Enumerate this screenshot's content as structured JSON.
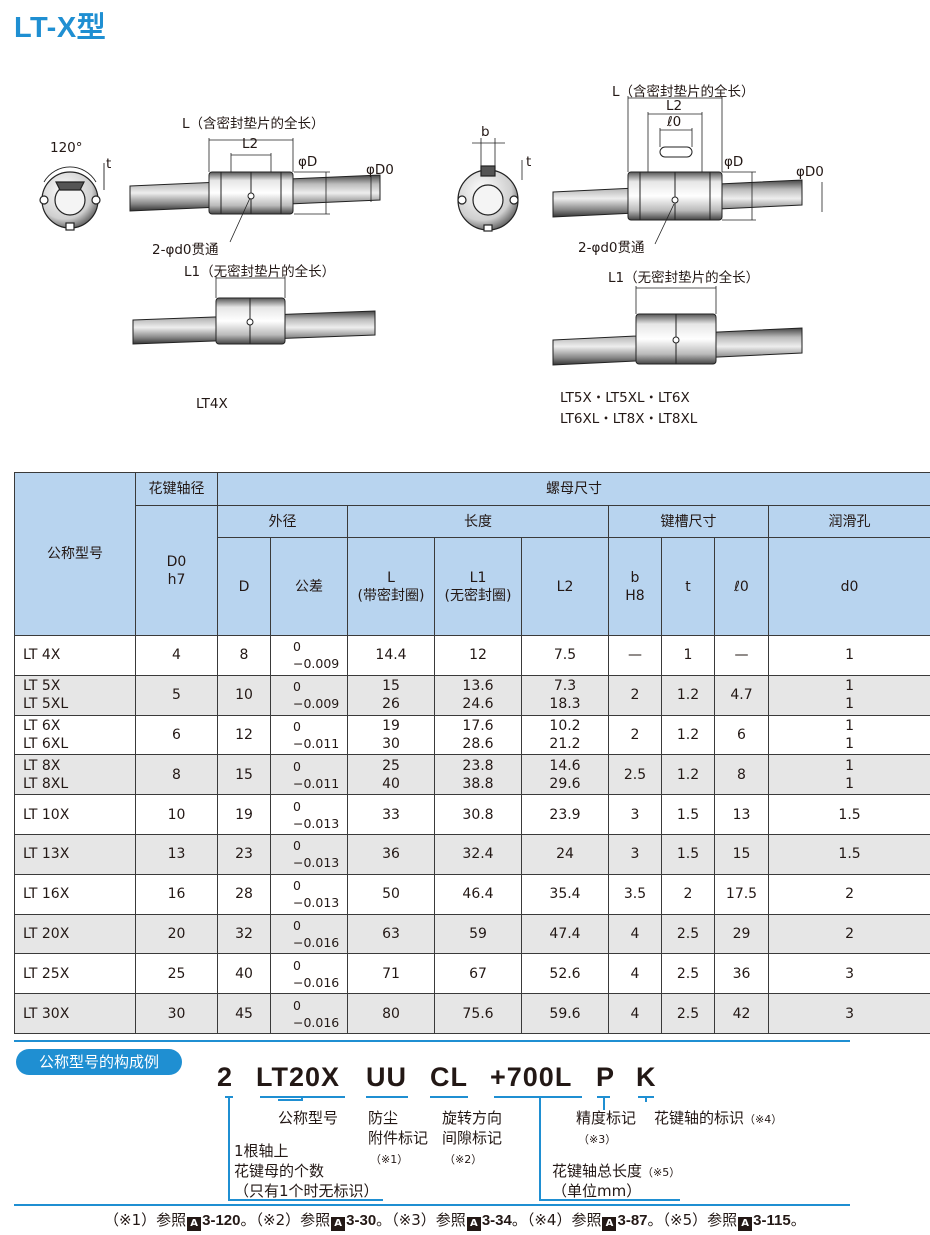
{
  "title": "LT-X型",
  "drawing_labels": {
    "left_L": "L（含密封垫片的全长）",
    "left_L2": "L2",
    "left_D": "φD",
    "left_D0": "φD0",
    "left_angle": "120°",
    "left_t": "t",
    "left_hole": "2-φd0贯通",
    "left_L1": "L1（无密封垫片的全长）",
    "left_model": "LT4X",
    "right_L": "L（含密封垫片的全长）",
    "right_L2": "L2",
    "right_l0": "ℓ0",
    "right_b": "b",
    "right_t": "t",
    "right_D": "φD",
    "right_D0": "φD0",
    "right_hole": "2-φd0贯通",
    "right_L1": "L1（无密封垫片的全长）",
    "right_model_1": "LT5X・LT5XL・LT6X",
    "right_model_2": "LT6XL・LT8X・LT8XL"
  },
  "table": {
    "h_model": "公称型号",
    "h_shaft": "花键轴径",
    "h_nut": "螺母尺寸",
    "h_outer": "外径",
    "h_length": "长度",
    "h_keyway": "键槽尺寸",
    "h_lube": "润滑孔",
    "h_D0": "D0",
    "h_h7": "h7",
    "h_D": "D",
    "h_tol": "公差",
    "h_L": "L",
    "h_L_sub": "(带密封圈)",
    "h_L1": "L1",
    "h_L1_sub": "(无密封圈)",
    "h_L2": "L2",
    "h_b": "b",
    "h_H8": "H8",
    "h_t": "t",
    "h_l0": "ℓ0",
    "h_d0": "d0",
    "rows": [
      {
        "model": [
          "LT 4X"
        ],
        "D0": "4",
        "D": "8",
        "tol": [
          "0",
          "−0.009"
        ],
        "L": [
          "14.4"
        ],
        "L1": [
          "12"
        ],
        "L2": [
          "7.5"
        ],
        "b": "—",
        "t": "1",
        "l0": "—",
        "d0": [
          "1"
        ]
      },
      {
        "model": [
          "LT 5X",
          "LT 5XL"
        ],
        "D0": "5",
        "D": "10",
        "tol": [
          "0",
          "−0.009"
        ],
        "L": [
          "15",
          "26"
        ],
        "L1": [
          "13.6",
          "24.6"
        ],
        "L2": [
          "7.3",
          "18.3"
        ],
        "b": "2",
        "t": "1.2",
        "l0": "4.7",
        "d0": [
          "1",
          "1"
        ]
      },
      {
        "model": [
          "LT 6X",
          "LT 6XL"
        ],
        "D0": "6",
        "D": "12",
        "tol": [
          "0",
          "−0.011"
        ],
        "L": [
          "19",
          "30"
        ],
        "L1": [
          "17.6",
          "28.6"
        ],
        "L2": [
          "10.2",
          "21.2"
        ],
        "b": "2",
        "t": "1.2",
        "l0": "6",
        "d0": [
          "1",
          "1"
        ]
      },
      {
        "model": [
          "LT 8X",
          "LT 8XL"
        ],
        "D0": "8",
        "D": "15",
        "tol": [
          "0",
          "−0.011"
        ],
        "L": [
          "25",
          "40"
        ],
        "L1": [
          "23.8",
          "38.8"
        ],
        "L2": [
          "14.6",
          "29.6"
        ],
        "b": "2.5",
        "t": "1.2",
        "l0": "8",
        "d0": [
          "1",
          "1"
        ]
      },
      {
        "model": [
          "LT 10X"
        ],
        "D0": "10",
        "D": "19",
        "tol": [
          "0",
          "−0.013"
        ],
        "L": [
          "33"
        ],
        "L1": [
          "30.8"
        ],
        "L2": [
          "23.9"
        ],
        "b": "3",
        "t": "1.5",
        "l0": "13",
        "d0": [
          "1.5"
        ]
      },
      {
        "model": [
          "LT 13X"
        ],
        "D0": "13",
        "D": "23",
        "tol": [
          "0",
          "−0.013"
        ],
        "L": [
          "36"
        ],
        "L1": [
          "32.4"
        ],
        "L2": [
          "24"
        ],
        "b": "3",
        "t": "1.5",
        "l0": "15",
        "d0": [
          "1.5"
        ]
      },
      {
        "model": [
          "LT 16X"
        ],
        "D0": "16",
        "D": "28",
        "tol": [
          "0",
          "−0.013"
        ],
        "L": [
          "50"
        ],
        "L1": [
          "46.4"
        ],
        "L2": [
          "35.4"
        ],
        "b": "3.5",
        "t": "2",
        "l0": "17.5",
        "d0": [
          "2"
        ]
      },
      {
        "model": [
          "LT 20X"
        ],
        "D0": "20",
        "D": "32",
        "tol": [
          "0",
          "−0.016"
        ],
        "L": [
          "63"
        ],
        "L1": [
          "59"
        ],
        "L2": [
          "47.4"
        ],
        "b": "4",
        "t": "2.5",
        "l0": "29",
        "d0": [
          "2"
        ]
      },
      {
        "model": [
          "LT 25X"
        ],
        "D0": "25",
        "D": "40",
        "tol": [
          "0",
          "−0.016"
        ],
        "L": [
          "71"
        ],
        "L1": [
          "67"
        ],
        "L2": [
          "52.6"
        ],
        "b": "4",
        "t": "2.5",
        "l0": "36",
        "d0": [
          "3"
        ]
      },
      {
        "model": [
          "LT 30X"
        ],
        "D0": "30",
        "D": "45",
        "tol": [
          "0",
          "−0.016"
        ],
        "L": [
          "80"
        ],
        "L1": [
          "75.6"
        ],
        "L2": [
          "59.6"
        ],
        "b": "4",
        "t": "2.5",
        "l0": "42",
        "d0": [
          "3"
        ]
      }
    ]
  },
  "example": {
    "badge": "公称型号的构成例",
    "code": {
      "qty": "2",
      "model": "LT20X",
      "uu": "UU",
      "cl": "CL",
      "len": "+700L",
      "p": "P",
      "k": "K"
    },
    "qty_label_1": "1根轴上",
    "qty_label_2": "花键母的个数",
    "qty_label_3": "（只有1个时无标识）",
    "model_label": "公称型号",
    "uu_label_1": "防尘",
    "uu_label_2": "附件标记",
    "uu_note": "（※1）",
    "cl_label_1": "旋转方向",
    "cl_label_2": "间隙标记",
    "cl_note": "（※2）",
    "p_label": "精度标记",
    "p_note": "（※3）",
    "k_label": "花键轴的标识",
    "k_note": "（※4）",
    "len_label": "花键轴总长度",
    "len_note": "（※5）",
    "len_unit": "（单位mm）"
  },
  "refs": [
    {
      "mark": "（※1）参照",
      "page": "3-120",
      "sep": "。"
    },
    {
      "mark": "（※2）参照",
      "page": "3-30",
      "sep": "。"
    },
    {
      "mark": "（※3）参照",
      "page": "3-34",
      "sep": "。"
    },
    {
      "mark": "（※4）参照",
      "page": "3-87",
      "sep": "。"
    },
    {
      "mark": "（※5）参照",
      "page": "3-115",
      "sep": "。"
    }
  ],
  "ref_icon_letter": "A"
}
